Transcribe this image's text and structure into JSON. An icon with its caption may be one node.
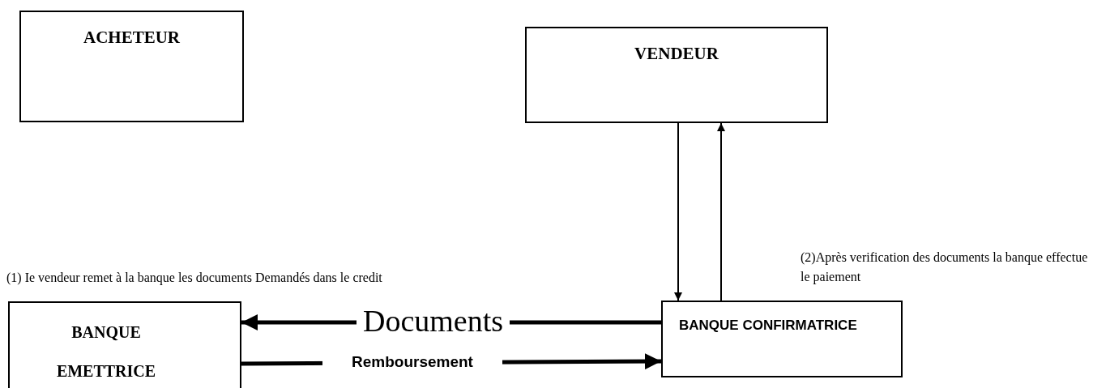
{
  "diagram": {
    "nodes": [
      {
        "text": [
          "ACHETEUR"
        ]
      },
      {
        "text": [
          "VENDEUR"
        ]
      },
      {
        "text": [
          "BANQUE EMETTRICE"
        ]
      },
      {
        "text": [
          "BANQUE CONFIRMATRICE"
        ]
      }
    ],
    "edges": [
      {
        "from": 1,
        "to": 3,
        "arrow": "to"
      },
      {
        "from": 3,
        "to": 1,
        "arrow": "to"
      },
      {
        "from": 3,
        "to": 2,
        "arrow": "to",
        "label": "Documents",
        "style": "thick"
      },
      {
        "from": 2,
        "to": 3,
        "arrow": "to",
        "label": "Remboursement",
        "style": "thick"
      }
    ],
    "labels": [
      "(1) Ie vendeur remet à la banque les documents Demandés dans le credit",
      "(2)Après verification des documents la banque effectue le paiement"
    ]
  }
}
